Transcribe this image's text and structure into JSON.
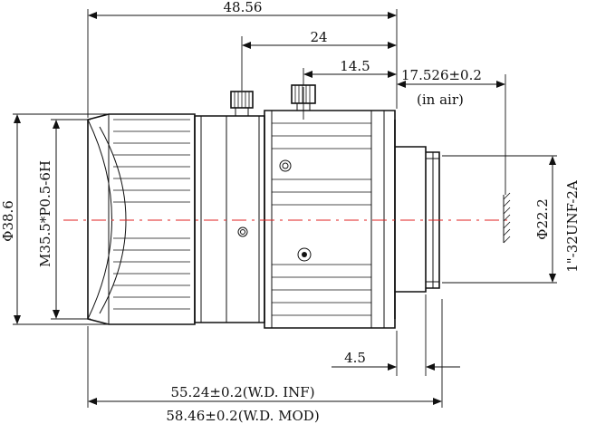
{
  "drawing": {
    "dimensions": {
      "overall_length": "48.56",
      "knob1_offset": "24",
      "knob2_offset": "14.5",
      "flange_back": "17.526±0.2",
      "flange_note": "(in air)",
      "front_diameter": "Φ38.6",
      "filter_thread": "M35.5*P0.5-6H",
      "mount_diameter": "Φ22.2",
      "mount_thread": "1\"-32UNF-2A",
      "rear_length": "4.5",
      "wd_inf": "55.24±0.2(W.D. INF)",
      "wd_mod": "58.46±0.2(W.D. MOD)"
    },
    "colors": {
      "line": "#111111",
      "centerline": "#e02020"
    }
  }
}
